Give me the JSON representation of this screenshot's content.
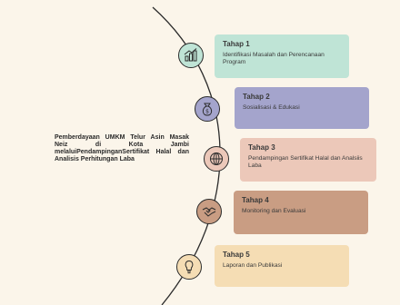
{
  "title": "Pemberdayaan UMKM Telur Asin Masak Neiz di Kota Jambi melaluiPendampinganSertifikat Halal dan Analisis Perhitungan Laba",
  "steps": [
    {
      "label": "Tahap 1",
      "desc": "Identifikasi Masalah dan Perencanaan Program",
      "icon": "growth-chart-icon",
      "color": "#bfe4d6",
      "circle_color": "#bfe4d6"
    },
    {
      "label": "Tahap 2",
      "desc": "Sosialisasi & Edukasi",
      "icon": "money-bag-icon",
      "color": "#a4a4cc",
      "circle_color": "#a4a4cc"
    },
    {
      "label": "Tahap 3",
      "desc": "Pendampingan Sertifikat Halal dan Analsiis Laba",
      "icon": "globe-icon",
      "color": "#ecc8b9",
      "circle_color": "#ecc8b9"
    },
    {
      "label": "Tahap 4",
      "desc": "Monitoring dan Evaluasi",
      "icon": "handshake-icon",
      "color": "#c99d83",
      "circle_color": "#c99d83"
    },
    {
      "label": "Tahap 5",
      "desc": "Laporan dan Publikasi",
      "icon": "lightbulb-icon",
      "color": "#f5ddb4",
      "circle_color": "#f5ddb4"
    }
  ]
}
